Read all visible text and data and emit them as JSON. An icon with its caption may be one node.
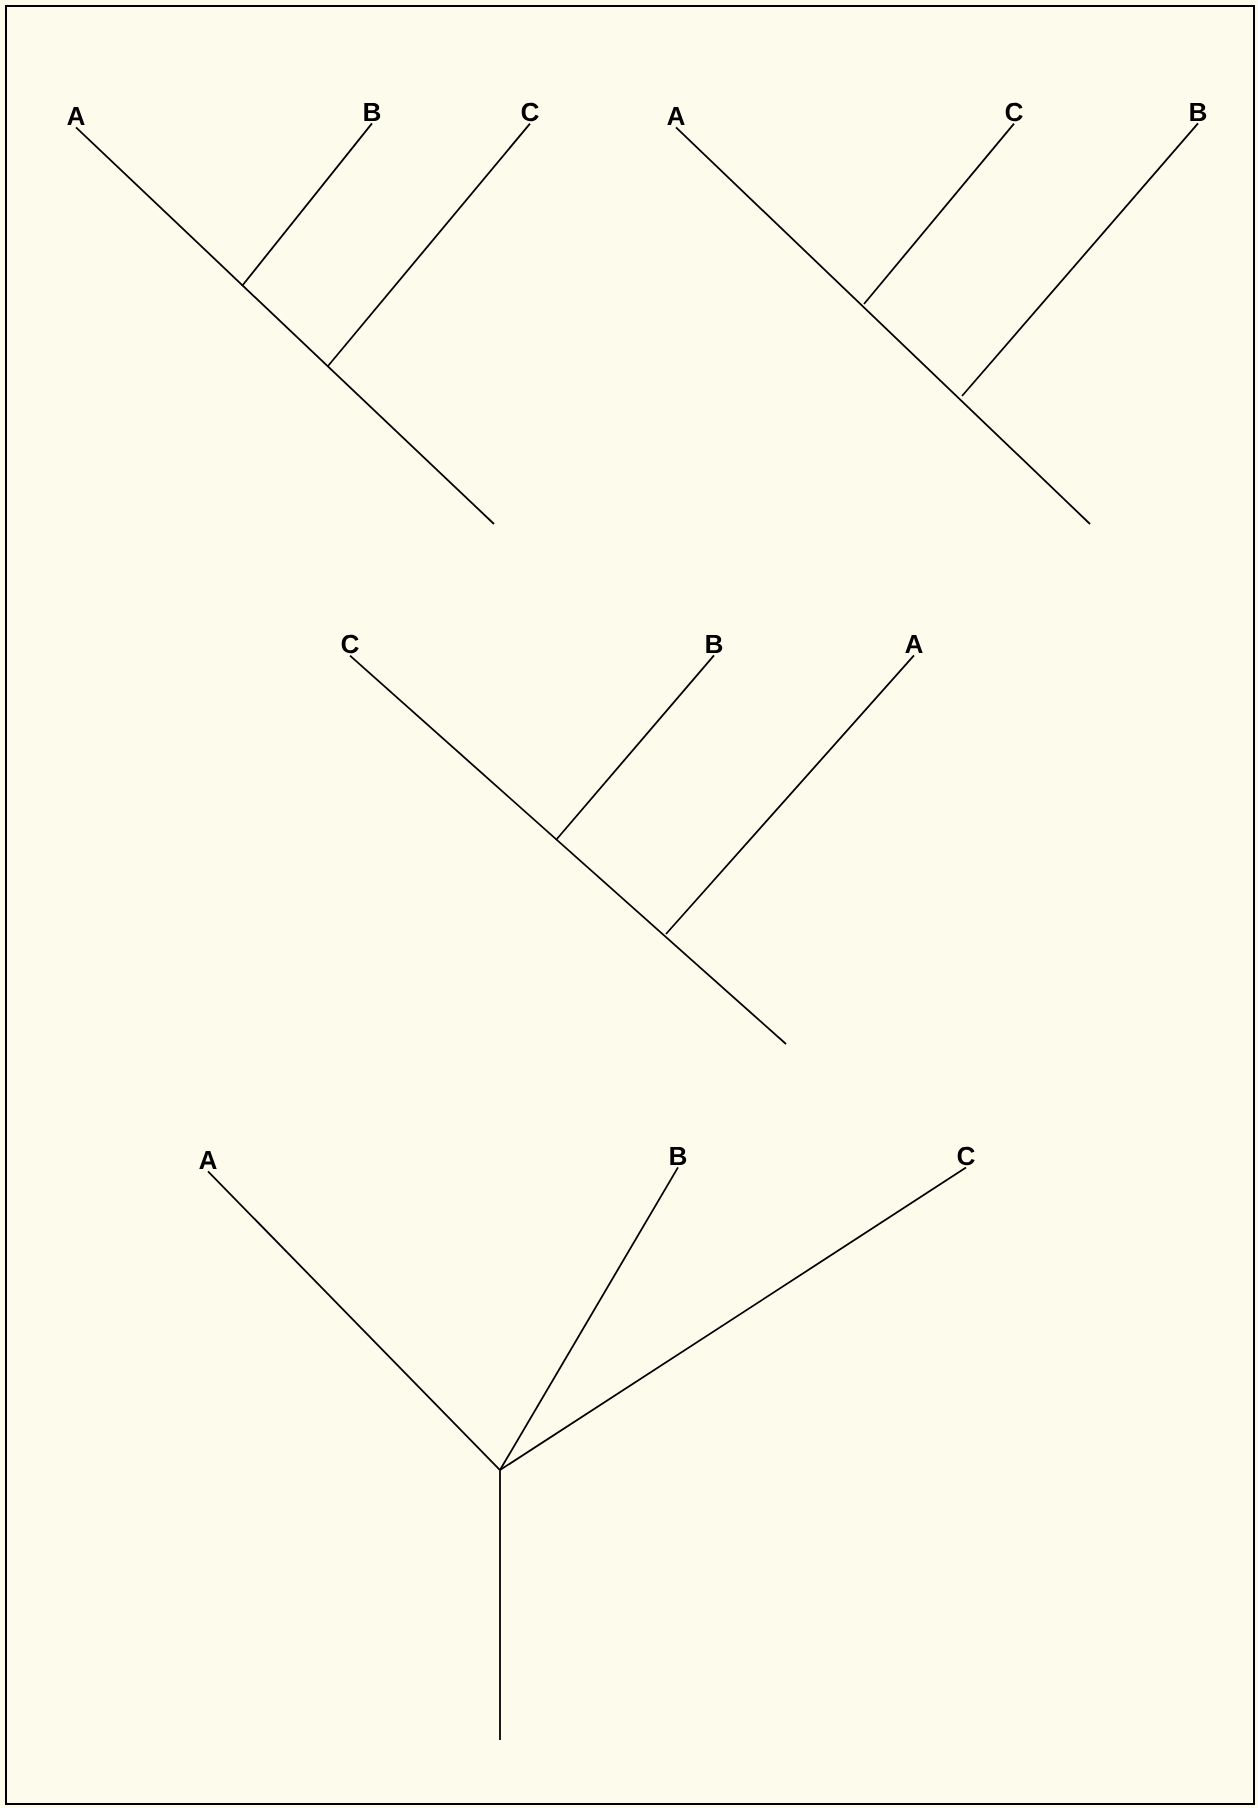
{
  "diagram": {
    "nodes": [
      {
        "text": [
          "A"
        ]
      },
      {
        "text": [
          "B"
        ]
      },
      {
        "text": [
          "C"
        ]
      },
      {
        "text": [
          "A"
        ]
      },
      {
        "text": [
          "C"
        ]
      },
      {
        "text": [
          "B"
        ]
      },
      {
        "text": [
          "C"
        ]
      },
      {
        "text": [
          "B"
        ]
      },
      {
        "text": [
          "A"
        ]
      },
      {
        "text": [
          "A"
        ]
      },
      {
        "text": [
          "B"
        ]
      },
      {
        "text": [
          "C"
        ]
      }
    ],
    "edges": [
      {
        "from": 0,
        "to": null,
        "arrow": "none"
      },
      {
        "from": 1,
        "to": null,
        "arrow": "none"
      },
      {
        "from": 2,
        "to": null,
        "arrow": "none"
      },
      {
        "from": 3,
        "to": null,
        "arrow": "none"
      },
      {
        "from": 4,
        "to": null,
        "arrow": "none"
      },
      {
        "from": 5,
        "to": null,
        "arrow": "none"
      },
      {
        "from": 6,
        "to": null,
        "arrow": "none"
      },
      {
        "from": 7,
        "to": null,
        "arrow": "none"
      },
      {
        "from": 8,
        "to": null,
        "arrow": "none"
      },
      {
        "from": 9,
        "to": null,
        "arrow": "none"
      },
      {
        "from": 10,
        "to": null,
        "arrow": "none"
      },
      {
        "from": 11,
        "to": null,
        "arrow": "none"
      }
    ]
  }
}
